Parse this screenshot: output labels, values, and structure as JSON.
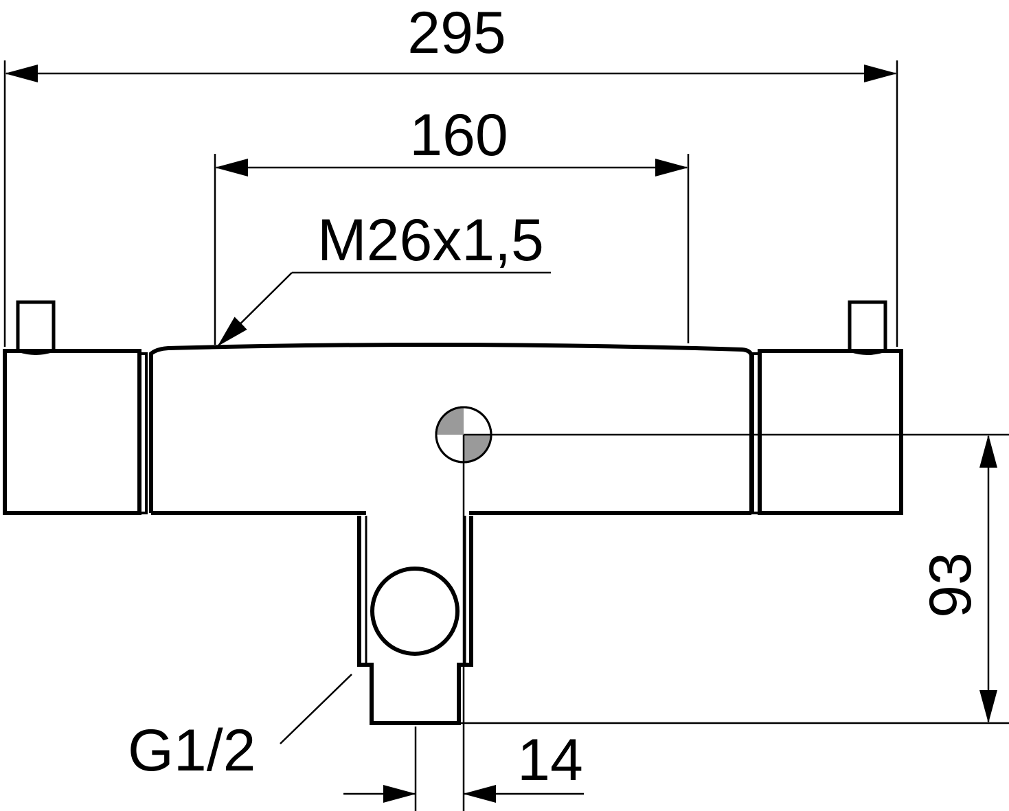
{
  "drawing": {
    "colors": {
      "line": "#000000",
      "background": "#ffffff",
      "fill": "#9a9a9a"
    }
  },
  "dimensions": {
    "overall_width": "295",
    "connection_spacing": "160",
    "thread": "M26x1,5",
    "outlet_height": "93",
    "outlet_offset": "14",
    "outlet_thread": "G1/2"
  }
}
